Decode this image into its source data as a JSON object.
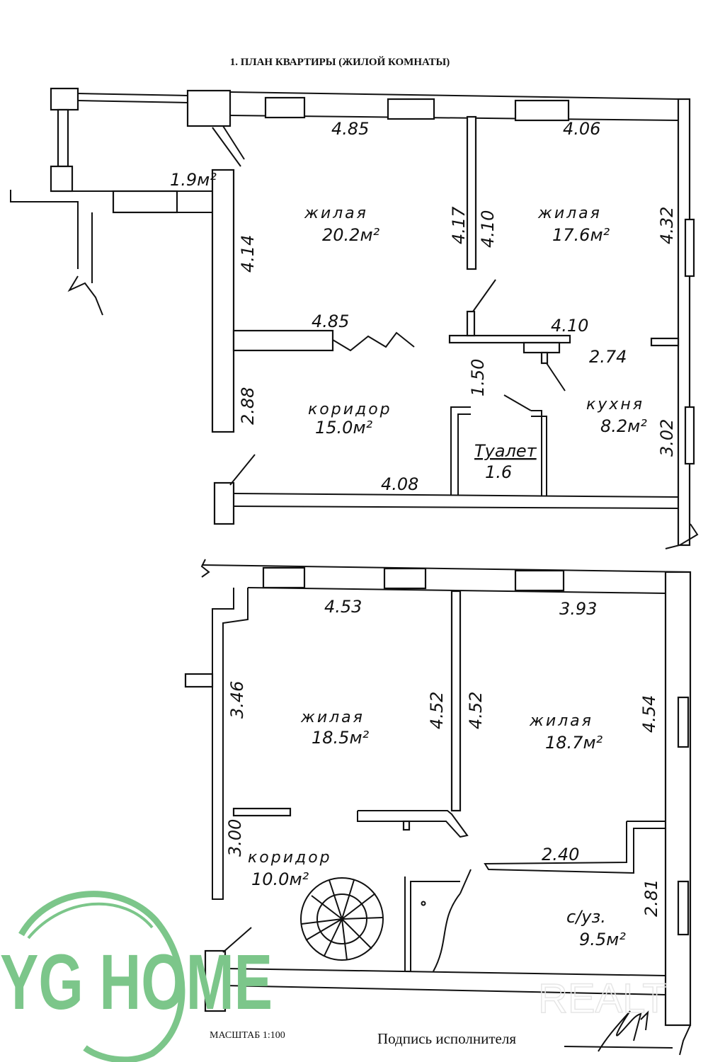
{
  "title": "1. ПЛАН КВАРТИРЫ (ЖИЛОЙ КОМНАТЫ)",
  "upper_plan": {
    "rooms": [
      {
        "name": "жилая",
        "area": "20.2м²"
      },
      {
        "name": "жилая",
        "area": "17.6м²"
      },
      {
        "name": "коридор",
        "area": "15.0м²"
      },
      {
        "name": "кухня",
        "area": "8.2м²"
      },
      {
        "name": "Туалет",
        "area": "1.6"
      }
    ],
    "balcony_area": "1.9м²",
    "dimensions": [
      "4.85",
      "4.06",
      "4.14",
      "4.17",
      "4.10",
      "4.32",
      "4.85",
      "4.10",
      "2.74",
      "1.50",
      "2.88",
      "3.02",
      "4.08"
    ]
  },
  "lower_plan": {
    "rooms": [
      {
        "name": "жилая",
        "area": "18.5м²"
      },
      {
        "name": "жилая",
        "area": "18.7м²"
      },
      {
        "name": "коридор",
        "area": "10.0м²"
      },
      {
        "name": "с/уз.",
        "area": "9.5м²"
      }
    ],
    "dimensions": [
      "4.53",
      "3.93",
      "3.46",
      "4.52",
      "4.52",
      "4.54",
      "3.00",
      "2.40",
      "2.81"
    ]
  },
  "scale": "МАСШТАБ 1:100",
  "signature_label": "Подпись исполнителя",
  "watermarks": {
    "logo": "YG HOME",
    "realt": "REALT"
  },
  "colors": {
    "logo": "#7cc68a",
    "ink": "#111111"
  }
}
